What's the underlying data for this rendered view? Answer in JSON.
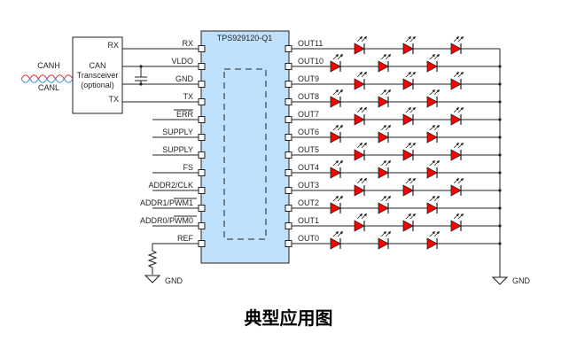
{
  "chip": {
    "name": "TPS929120-Q1",
    "left_pins": [
      "RX",
      "VLDO",
      "GND",
      "TX",
      "ERR",
      "SUPPLY",
      "SUPPLY",
      "FS",
      "ADDR2/CLK",
      "ADDR1/PWM1",
      "ADDR0/PWM0",
      "REF"
    ],
    "right_pins": [
      "OUT11",
      "OUT10",
      "OUT9",
      "OUT8",
      "OUT7",
      "OUT6",
      "OUT5",
      "OUT4",
      "OUT3",
      "OUT2",
      "OUT1",
      "OUT0"
    ],
    "fill_color": "#bfe0fa"
  },
  "transceiver": {
    "title_line1": "CAN",
    "title_line2": "Transceiver",
    "title_line3": "(optional)",
    "pin_rx": "RX",
    "pin_tx": "TX"
  },
  "bus": {
    "canh": "CANH",
    "canl": "CANL",
    "canh_color": "#e3262a",
    "canl_color": "#2a8dd4"
  },
  "ground_labels": {
    "left": "GND",
    "right": "GND"
  },
  "led": {
    "color": "#ff0000",
    "per_channel": 3
  },
  "caption": "典型应用图"
}
